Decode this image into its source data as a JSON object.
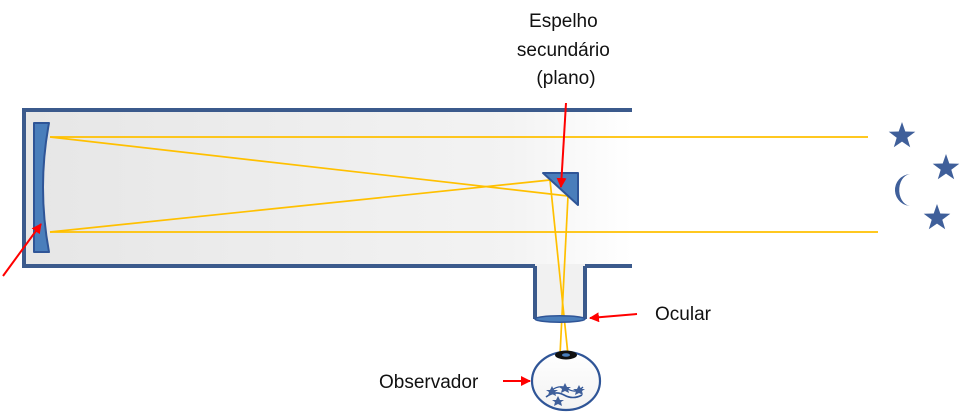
{
  "labels": {
    "secondary_mirror": [
      "Espelho",
      "secundário",
      "(plano)"
    ],
    "eyepiece": "Ocular",
    "observer": "Observador"
  },
  "colors": {
    "light_ray": "#ffc000",
    "optics_blue": "#4a7ebb",
    "optics_outline": "#2f5597",
    "tube_outline": "#3b5a8c",
    "tube_fill": "#eeeeee",
    "pointer_arrow": "#ff0000",
    "sky_objects": "#3f5f9a"
  },
  "icons": [
    "star-icon",
    "crescent-moon-icon",
    "eye-icon"
  ]
}
